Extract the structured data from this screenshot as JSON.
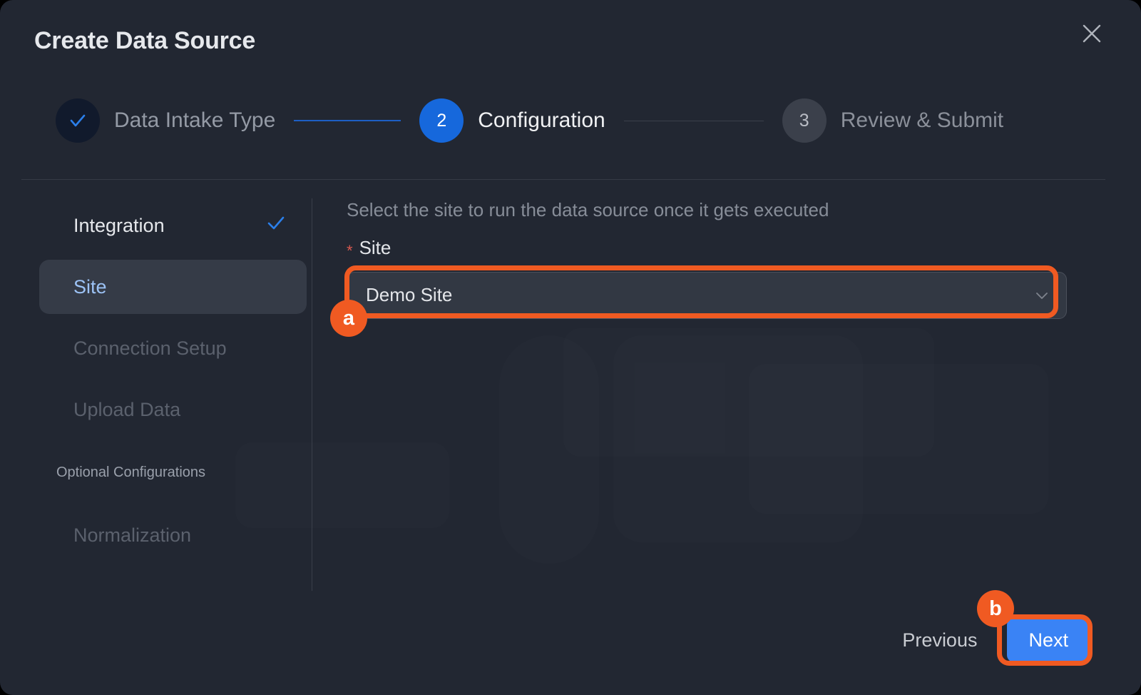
{
  "modal": {
    "title": "Create Data Source",
    "close_icon": "close-icon"
  },
  "stepper": {
    "steps": [
      {
        "number": "1",
        "display": "✓",
        "label": "Data Intake Type",
        "state": "done"
      },
      {
        "number": "2",
        "display": "2",
        "label": "Configuration",
        "state": "active"
      },
      {
        "number": "3",
        "display": "3",
        "label": "Review & Submit",
        "state": "todo"
      }
    ]
  },
  "sidebar": {
    "items": [
      {
        "label": "Integration",
        "state": "completed",
        "check": "✓"
      },
      {
        "label": "Site",
        "state": "active"
      },
      {
        "label": "Connection Setup",
        "state": "disabled"
      },
      {
        "label": "Upload Data",
        "state": "disabled"
      }
    ],
    "group_label": "Optional Configurations",
    "optional_items": [
      {
        "label": "Normalization",
        "state": "disabled"
      }
    ]
  },
  "form": {
    "hint": "Select the site to run the data source once it gets executed",
    "required_marker": "*",
    "site_label": "Site",
    "site_value": "Demo Site",
    "caret_icon": "chevron-down-icon"
  },
  "footer": {
    "previous_label": "Previous",
    "next_label": "Next"
  },
  "annotations": {
    "badge_a": "a",
    "badge_b": "b",
    "highlight_color": "#f05a22"
  },
  "colors": {
    "modal_bg": "#222732",
    "accent_blue": "#1668dc",
    "next_blue": "#3a83f5",
    "active_nav_bg": "#353b47",
    "active_nav_text": "#9cc2f5",
    "required_red": "#d8584f"
  }
}
